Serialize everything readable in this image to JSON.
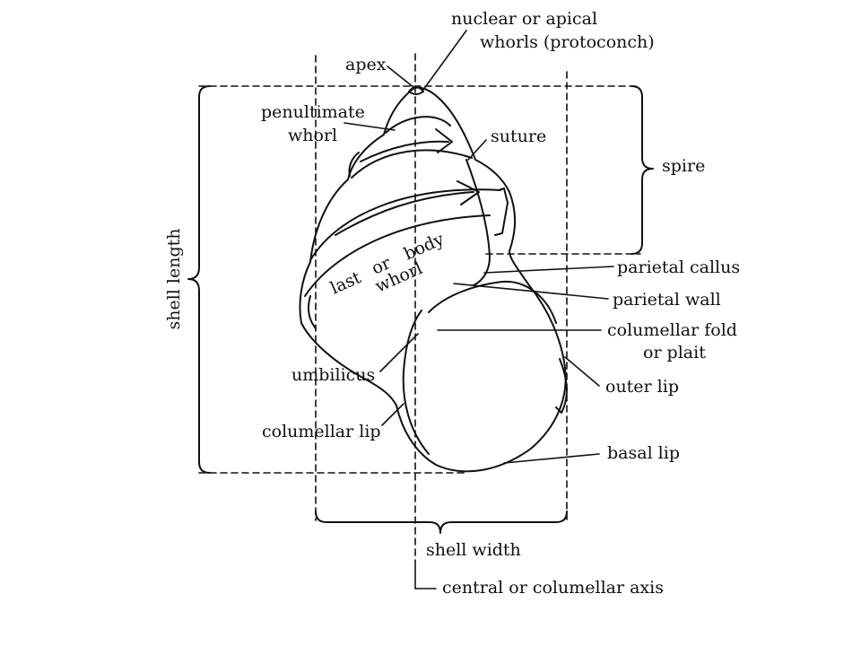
{
  "labels": {
    "nuclear_line1": "nuclear or apical",
    "nuclear_line2": "whorls (protoconch)",
    "apex": "apex",
    "penultimate_line1": "penultimate",
    "penultimate_line2": "whorl",
    "suture": "suture",
    "spire": "spire",
    "shell_length": "shell length",
    "body_line1": "last",
    "body_line2": "or",
    "body_line3": "body",
    "body_line4": "whorl",
    "parietal_callus": "parietal callus",
    "parietal_wall": "parietal wall",
    "columellar_fold_line1": "columellar fold",
    "columellar_fold_line2": "or plait",
    "umbilicus": "umbilicus",
    "outer_lip": "outer lip",
    "columellar_lip": "columellar lip",
    "basal_lip": "basal lip",
    "shell_width": "shell width",
    "axis": "central or columellar axis"
  },
  "colors": {
    "ink": "#111111",
    "background": "#ffffff"
  }
}
